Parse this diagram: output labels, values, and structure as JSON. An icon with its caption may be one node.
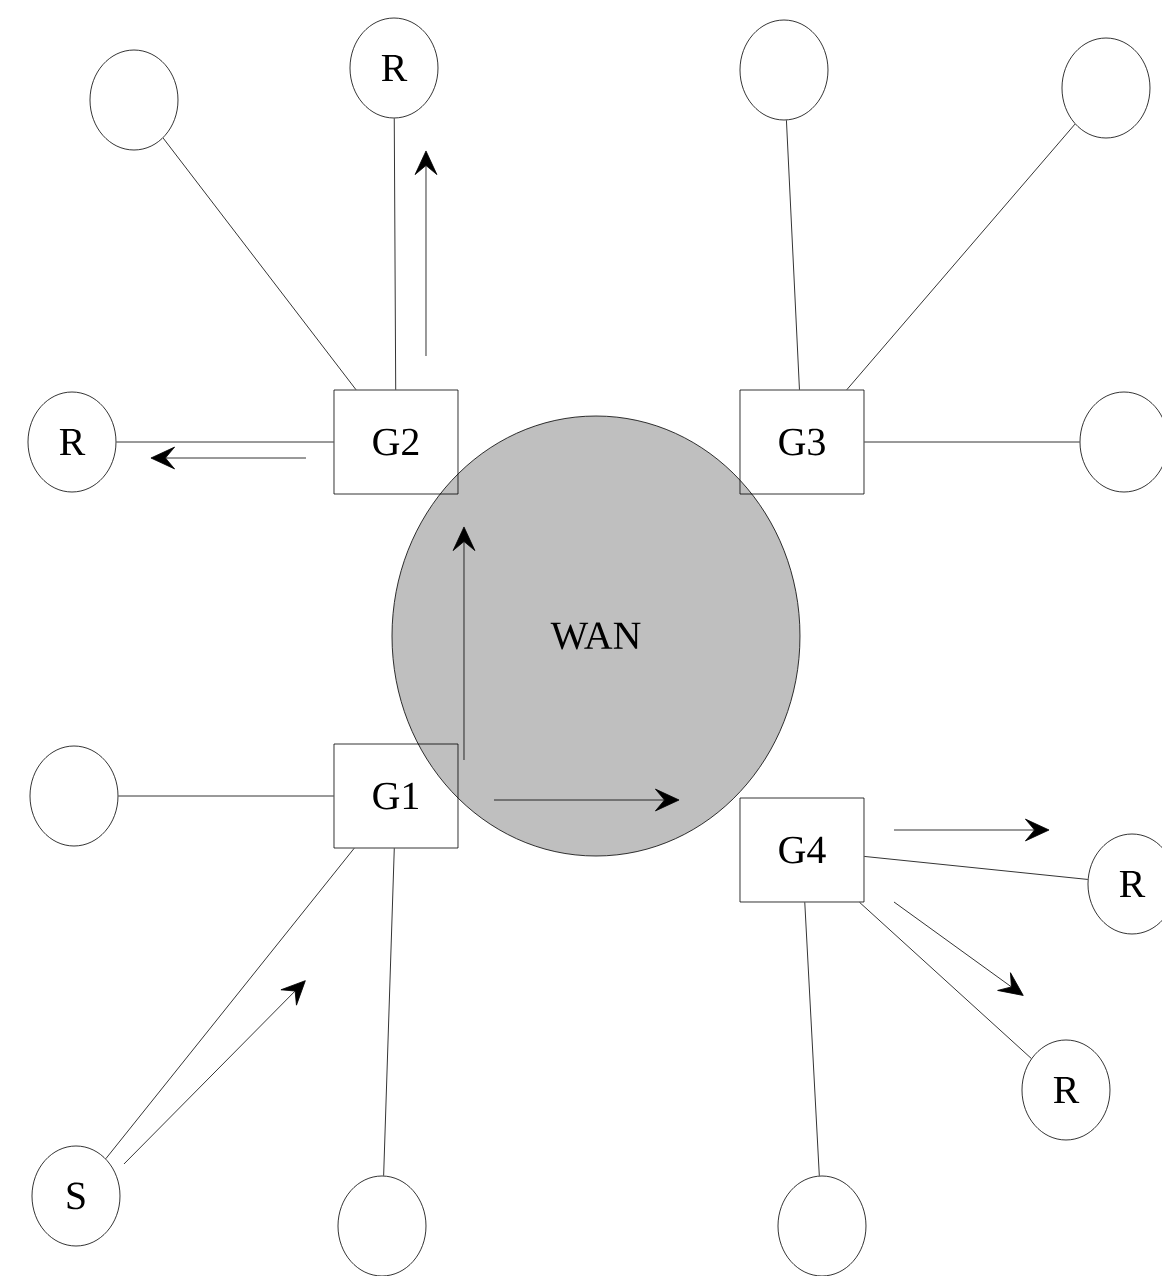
{
  "diagram": {
    "nodes": [
      {
        "text": [],
        "shape": "circle"
      },
      {
        "text": [
          "R"
        ]
      },
      {
        "text": [],
        "shape": "circle"
      },
      {
        "text": [],
        "shape": "circle"
      },
      {
        "text": [
          "R"
        ]
      },
      {
        "text": [
          "G2"
        ]
      },
      {
        "text": [
          "G3"
        ]
      },
      {
        "text": [],
        "shape": "circle"
      },
      {
        "text": [
          "WAN"
        ]
      },
      {
        "text": [],
        "shape": "circle"
      },
      {
        "text": [
          "G1"
        ]
      },
      {
        "text": [
          "G4"
        ]
      },
      {
        "text": [
          "R"
        ]
      },
      {
        "text": [
          "R"
        ]
      },
      {
        "text": [
          "S"
        ]
      },
      {
        "text": [],
        "shape": "circle"
      },
      {
        "text": [],
        "shape": "circle"
      }
    ],
    "edges": [
      {
        "from": 5,
        "to": 0,
        "arrow": "none"
      },
      {
        "from": 5,
        "to": 1,
        "arrow": "none"
      },
      {
        "from": 5,
        "to": 4,
        "arrow": "none"
      },
      {
        "from": 6,
        "to": 2,
        "arrow": "none"
      },
      {
        "from": 6,
        "to": 3,
        "arrow": "none"
      },
      {
        "from": 6,
        "to": 7,
        "arrow": "none"
      },
      {
        "from": 10,
        "to": 9,
        "arrow": "none"
      },
      {
        "from": 10,
        "to": 14,
        "arrow": "none"
      },
      {
        "from": 10,
        "to": 15,
        "arrow": "none"
      },
      {
        "from": 11,
        "to": 12,
        "arrow": "none"
      },
      {
        "from": 11,
        "to": 13,
        "arrow": "none"
      },
      {
        "from": 11,
        "to": 16,
        "arrow": "none"
      }
    ]
  }
}
